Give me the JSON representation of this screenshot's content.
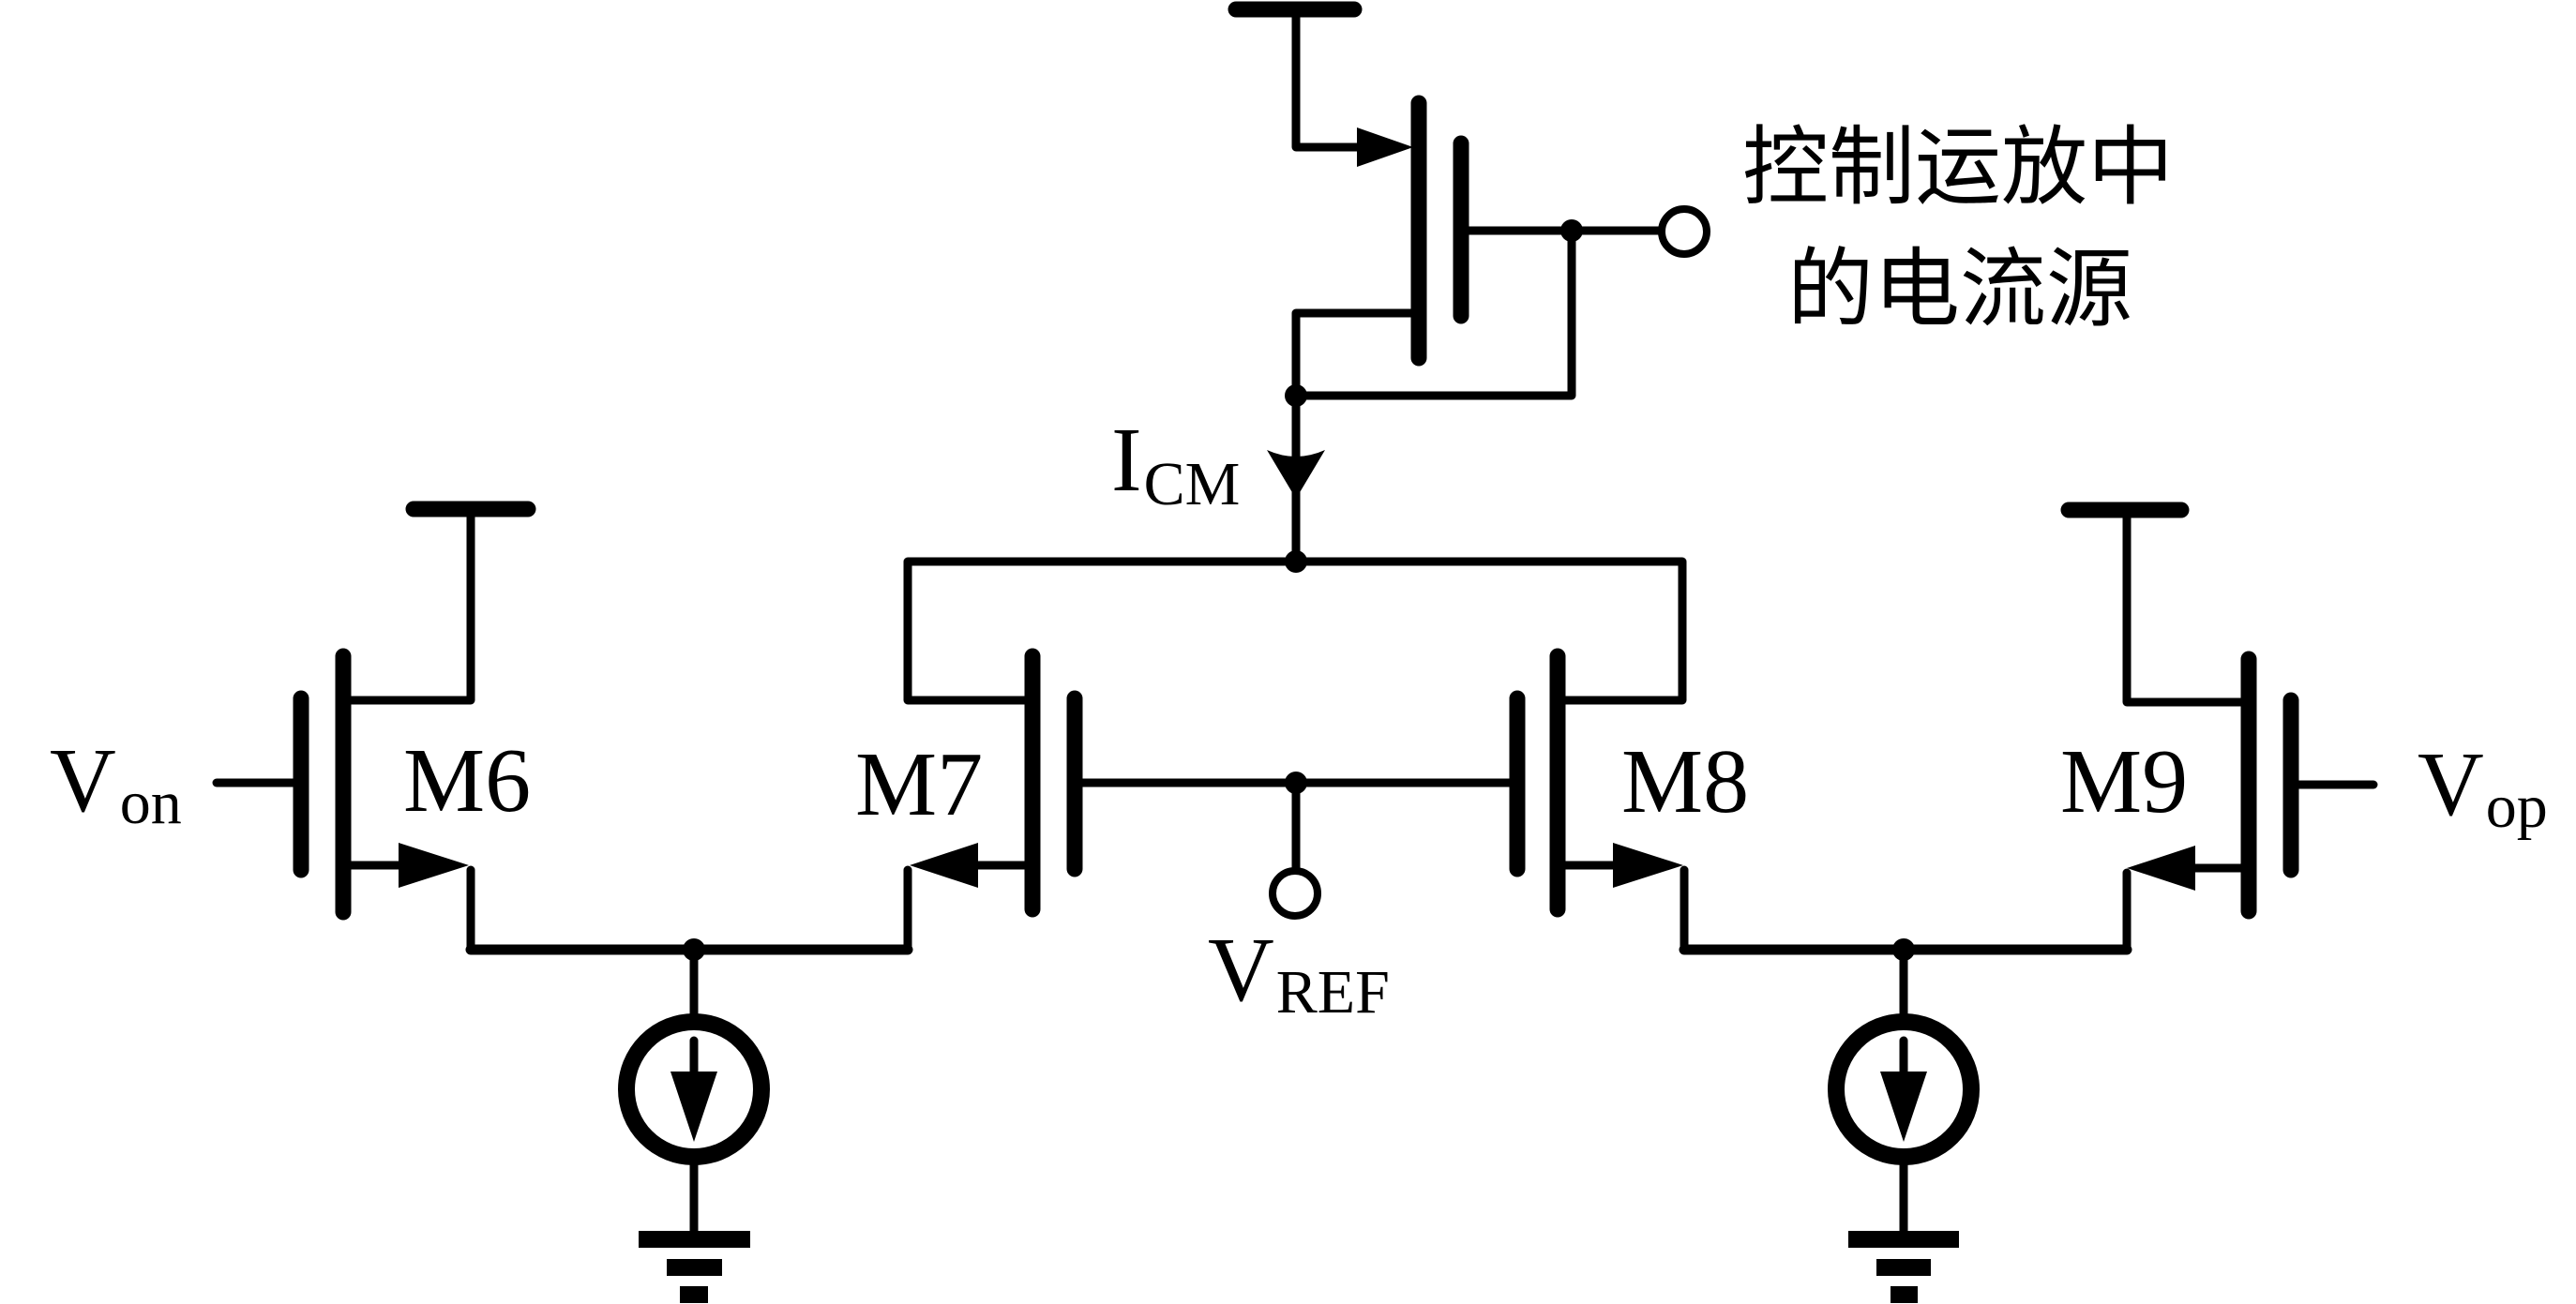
{
  "diagram": {
    "type": "circuit-schematic",
    "colors": {
      "ink": "#000000",
      "background": "#ffffff"
    },
    "top_device": {
      "annotation_line1": "控制运放中",
      "annotation_line2": "的电流源",
      "current_label": {
        "main": "I",
        "sub": "CM"
      }
    },
    "transistors": [
      {
        "id": "M6",
        "label": "M6"
      },
      {
        "id": "M7",
        "label": "M7"
      },
      {
        "id": "M8",
        "label": "M8"
      },
      {
        "id": "M9",
        "label": "M9"
      }
    ],
    "inputs": {
      "von": {
        "main": "V",
        "sub": "on"
      },
      "vop": {
        "main": "V",
        "sub": "op"
      },
      "vref": {
        "main": "V",
        "sub": "REF"
      }
    },
    "symbols": [
      "supply-rail",
      "ground",
      "current-source",
      "port-terminal",
      "junction-dot",
      "current-arrow"
    ]
  }
}
